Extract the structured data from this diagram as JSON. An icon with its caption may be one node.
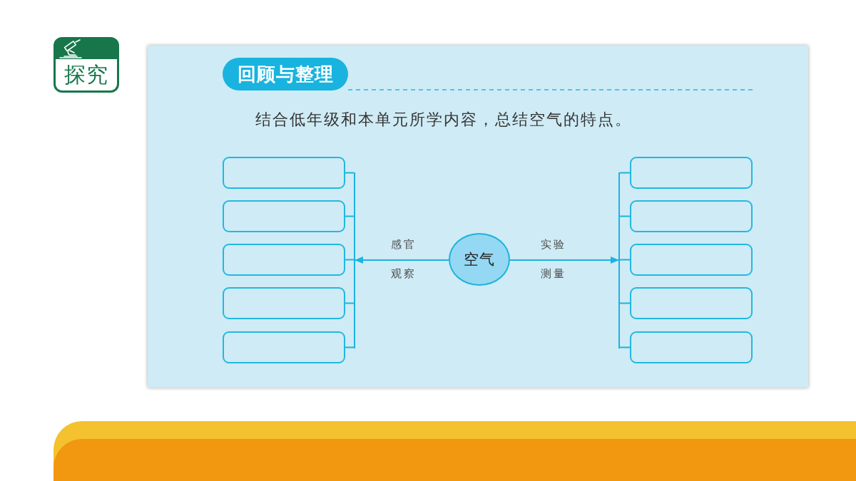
{
  "diagram": {
    "title": "回顾与整理",
    "nodes": [
      {
        "text": [
          "空气"
        ]
      },
      {
        "text": [],
        "shape": "bar"
      },
      {
        "text": [],
        "shape": "box"
      },
      {
        "text": [],
        "shape": "box"
      },
      {
        "text": [],
        "shape": "box"
      },
      {
        "text": [],
        "shape": "box"
      },
      {
        "text": [],
        "shape": "box"
      },
      {
        "text": [],
        "shape": "bar"
      },
      {
        "text": [],
        "shape": "box"
      },
      {
        "text": [],
        "shape": "box"
      },
      {
        "text": [],
        "shape": "box"
      },
      {
        "text": [],
        "shape": "box"
      },
      {
        "text": [],
        "shape": "box"
      }
    ],
    "edges": [
      {
        "from": 0,
        "to": 1,
        "arrow": "to"
      },
      {
        "from": 1,
        "to": 2,
        "arrow": "none"
      },
      {
        "from": 1,
        "to": 3,
        "arrow": "none"
      },
      {
        "from": 1,
        "to": 4,
        "arrow": "none"
      },
      {
        "from": 1,
        "to": 5,
        "arrow": "none"
      },
      {
        "from": 1,
        "to": 6,
        "arrow": "none"
      },
      {
        "from": 0,
        "to": 7,
        "arrow": "to"
      },
      {
        "from": 7,
        "to": 8,
        "arrow": "none"
      },
      {
        "from": 7,
        "to": 9,
        "arrow": "none"
      },
      {
        "from": 7,
        "to": 10,
        "arrow": "none"
      },
      {
        "from": 7,
        "to": 11,
        "arrow": "none"
      },
      {
        "from": 7,
        "to": 12,
        "arrow": "none"
      }
    ],
    "labels": [
      "探究",
      "结合低年级和本单元所学内容，总结空气的特点。",
      "感官",
      "观察",
      "实验",
      "测量"
    ]
  }
}
